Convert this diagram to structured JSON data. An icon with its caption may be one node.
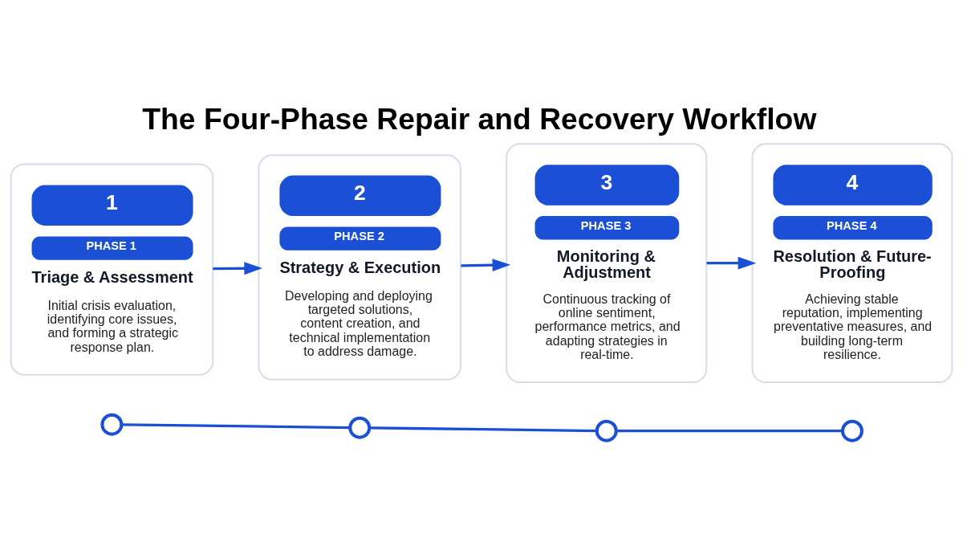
{
  "diagram": {
    "title": "The Four-Phase Repair and Recovery Workflow",
    "nodes": [
      {
        "text": [
          "1",
          "PHASE 1",
          "Triage & Assessment",
          "Initial crisis evaluation, identifying core issues, and forming a strategic response plan."
        ]
      },
      {
        "text": [
          "2",
          "PHASE 2",
          "Strategy & Execution",
          "Developing and deploying targeted solutions, content creation, and technical implementation to address damage."
        ]
      },
      {
        "text": [
          "3",
          "PHASE 3",
          "Monitoring & Adjustment",
          "Continuous tracking of online sentiment, performance metrics, and adapting strategies in real-time."
        ]
      },
      {
        "text": [
          "4",
          "PHASE 4",
          "Resolution & Future-Proofing",
          "Achieving stable reputation, implementing preventative measures, and building long-term resilience."
        ]
      },
      {
        "text": [],
        "shape": "circle"
      },
      {
        "text": [],
        "shape": "circle"
      },
      {
        "text": [],
        "shape": "circle"
      },
      {
        "text": [],
        "shape": "circle"
      }
    ],
    "edges": [
      {
        "from": 0,
        "to": 1,
        "arrow": "to"
      },
      {
        "from": 1,
        "to": 2,
        "arrow": "to"
      },
      {
        "from": 2,
        "to": 3,
        "arrow": "to"
      },
      {
        "from": 4,
        "to": 5,
        "arrow": "none"
      },
      {
        "from": 5,
        "to": 6,
        "arrow": "none"
      },
      {
        "from": 6,
        "to": 7,
        "arrow": "none"
      }
    ]
  }
}
